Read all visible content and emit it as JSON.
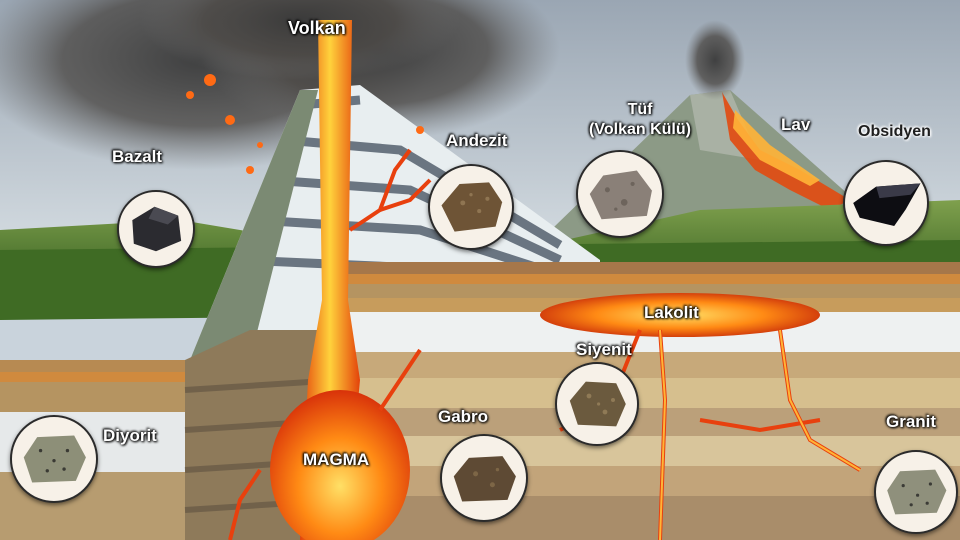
{
  "labels": {
    "volkan": "Volkan",
    "bazalt": "Bazalt",
    "andezit": "Andezit",
    "tuf_line1": "Tüf",
    "tuf_line2": "(Volkan Külü)",
    "lav": "Lav",
    "obsidyen": "Obsidyen",
    "lakolit": "Lakolit",
    "siyenit": "Siyenit",
    "diyorit": "Diyorit",
    "gabro": "Gabro",
    "granit": "Granit",
    "magma": "MAGMA"
  },
  "colors": {
    "magma": "#ff7a10",
    "magma_core": "#ffd23c",
    "sample_bg": "#f7f1e8",
    "label_text": "#ffffff",
    "label_text_dark": "#1e1e1e"
  },
  "rock_samples": [
    {
      "name": "bazalt",
      "color": "#2b2b30",
      "texture": "dark-basalt"
    },
    {
      "name": "andezit",
      "color": "#6e5436",
      "texture": "brown-fine"
    },
    {
      "name": "tuf",
      "color": "#8a8078",
      "texture": "grey-porous"
    },
    {
      "name": "obsidyen",
      "color": "#0d0d12",
      "texture": "glassy-black"
    },
    {
      "name": "siyenit",
      "color": "#6b5a3e",
      "texture": "brown-coarse"
    },
    {
      "name": "diyorit",
      "color": "#8d8f78",
      "texture": "speckled-grey"
    },
    {
      "name": "gabro",
      "color": "#5e4a34",
      "texture": "dark-brown"
    },
    {
      "name": "granit",
      "color": "#8f907c",
      "texture": "speckled-grey"
    }
  ]
}
